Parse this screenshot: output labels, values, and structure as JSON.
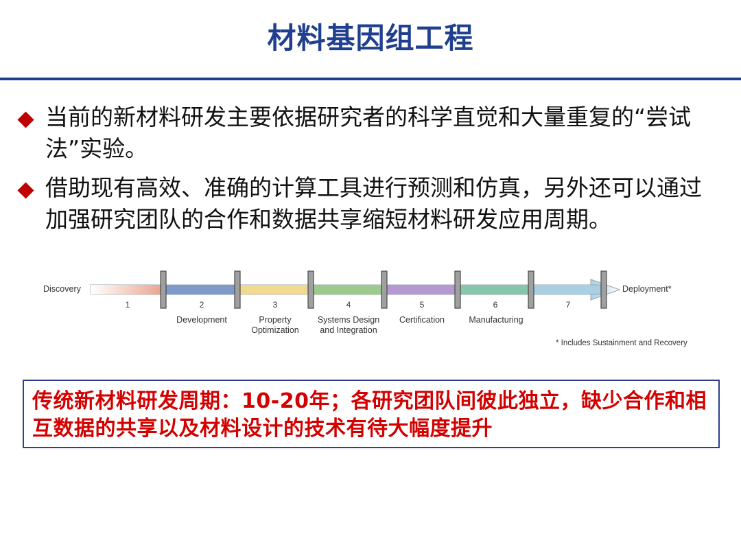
{
  "title": "材料基因组工程",
  "bullets": [
    "当前的新材料研发主要依据研究者的科学直觉和大量重复的“尝试法”实验。",
    "借助现有高效、准确的计算工具进行预测和仿真，另外还可以通过加强研究团队的合作和数据共享缩短材料研发应用周期。"
  ],
  "timeline": {
    "start_label": "Discovery",
    "end_label": "Deployment*",
    "numbers": [
      "1",
      "2",
      "3",
      "4",
      "5",
      "6",
      "7"
    ],
    "stages": [
      "Development",
      "Property Optimization",
      "Systems Design and Integration",
      "Certification",
      "Manufacturing"
    ],
    "note": "* Includes Sustainment and Recovery",
    "colors": [
      "#e9a38c",
      "#7d9ac9",
      "#f2d990",
      "#9cc98c",
      "#b49ad0",
      "#86c6aa",
      "#a9cfe3"
    ]
  },
  "callout": "传统新材料研发周期：10-20年；各研究团队间彼此独立，缺少合作和相互数据的共享以及材料设计的技术有待大幅度提升"
}
